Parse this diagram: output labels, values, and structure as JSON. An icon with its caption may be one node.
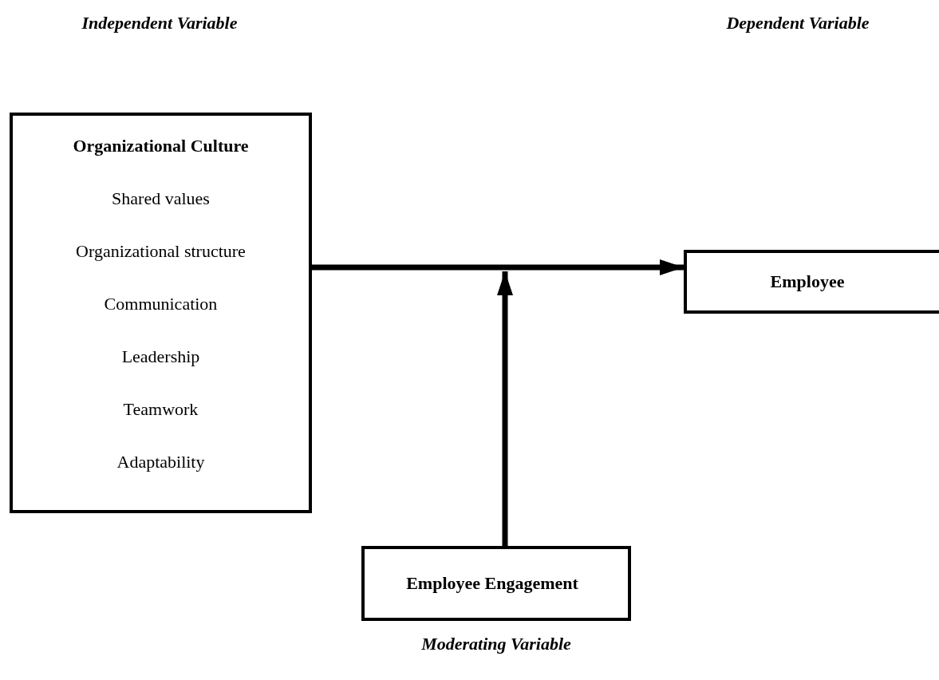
{
  "diagram": {
    "nodes": [
      {
        "text": [
          "Organizational Culture",
          "Shared values",
          "Organizational structure",
          "Communication",
          "Leadership",
          "Teamwork",
          "Adaptability"
        ]
      },
      {
        "text": [
          "Employee"
        ]
      },
      {
        "text": [
          "Employee Engagement"
        ],
        "beside": [
          "Moderating Variable"
        ]
      }
    ],
    "edges": [
      {
        "from": 0,
        "to": 1,
        "arrow": "to"
      },
      {
        "from": 2,
        "to": null,
        "arrow": "to"
      }
    ],
    "labels": [
      "Independent Variable",
      "Dependent Variable"
    ]
  }
}
